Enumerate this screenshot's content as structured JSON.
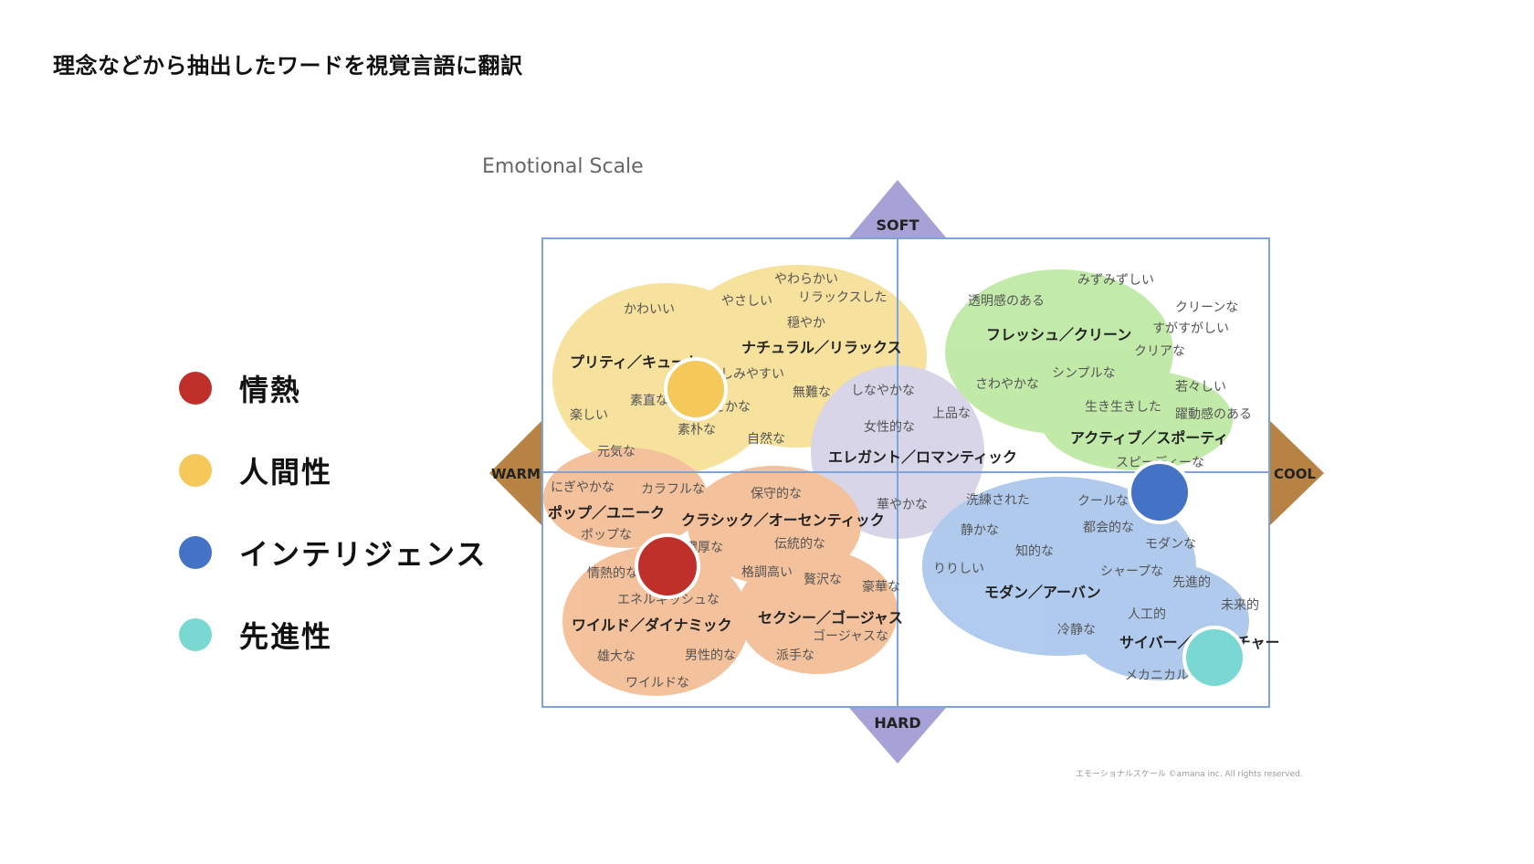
{
  "page_title": "理念などから抽出したワードを視覚言語に翻訳",
  "legend": [
    {
      "label": "情熱",
      "color": "#c0302a"
    },
    {
      "label": "人間性",
      "color": "#f4c95a"
    },
    {
      "label": "インテリジェンス",
      "color": "#4472c4"
    },
    {
      "label": "先進性",
      "color": "#79d9d2"
    }
  ],
  "diagram": {
    "title": "Emotional Scale",
    "axes": {
      "top": "SOFT",
      "bottom": "HARD",
      "left": "WARM",
      "right": "COOL"
    },
    "copyright": "エモーショナルスケール ©amana inc. All rights reserved."
  },
  "group_labels": {
    "pretty": "プリティ／キュート",
    "natural": "ナチュラル／リラックス",
    "fresh": "フレッシュ／クリーン",
    "active": "アクティブ／スポーティ",
    "elegant": "エレガント／ロマンティック",
    "pop": "ポップ／ユニーク",
    "classic": "クラシック／オーセンティック",
    "wild": "ワイルド／ダイナミック",
    "sexy": "セクシー／ゴージャス",
    "modern": "モダン／アーバン",
    "cyber": "サイバー／フューチャー"
  },
  "words": {
    "yawarakai": "やわらかい",
    "kawaii": "かわいい",
    "yasashii": "やさしい",
    "relax": "リラックスした",
    "odayaka": "穏やか",
    "shitashimi": "親しみやすい",
    "sunao": "素直な",
    "nodoka": "のどかな",
    "tanoshii": "楽しい",
    "soboku": "素朴な",
    "muzou": "無難な",
    "shizen": "自然な",
    "genki": "元気な",
    "shinayaka": "しなやかな",
    "jouhin": "上品な",
    "joseiteki": "女性的な",
    "toumei": "透明感のある",
    "mizumizu": "みずみずしい",
    "clean": "クリーンな",
    "sugasuga": "すがすがしい",
    "clear": "クリアな",
    "simple": "シンプルな",
    "sawayaka": "さわやかな",
    "wakawakashii": "若々しい",
    "ikiiki": "生き生きした",
    "yakudou": "躍動感のある",
    "speedy": "スピーディーな",
    "nigiyaka": "にぎやかな",
    "colorful": "カラフルな",
    "pop": "ポップな",
    "hoshu": "保守的な",
    "dentou": "伝統的な",
    "nouko": "濃厚な",
    "jounetsu": "情熱的な",
    "kakuchou": "格調高い",
    "zeitaku": "贅沢な",
    "gouka": "豪華な",
    "hanayaka": "華やかな",
    "energetic": "エネルギッシュな",
    "gorgeous": "ゴージャスな",
    "yuudai": "雄大な",
    "danseiteki": "男性的な",
    "hade": "派手な",
    "wild": "ワイルドな",
    "senren": "洗練された",
    "cool": "クールな",
    "shizuka": "静かな",
    "tokai": "都会的な",
    "chiteki": "知的な",
    "modern": "モダンな",
    "ririshii": "りりしい",
    "sharp": "シャープな",
    "sentan": "先進的",
    "mirai": "未来的",
    "reisei": "冷静な",
    "jinkou": "人工的",
    "mechanical": "メカニカルな"
  }
}
